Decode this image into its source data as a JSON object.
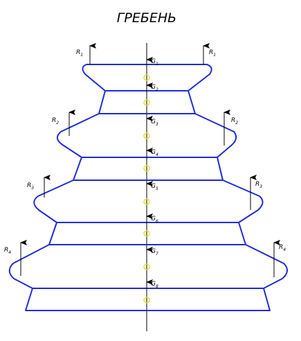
{
  "title": "ГРЕБЕНЬ",
  "colors": {
    "outline": "#1f2bd6",
    "centroid": "#e8e23a",
    "axis": "#000000"
  },
  "reactions": [
    {
      "label": "R",
      "sub": "1"
    },
    {
      "label": "R",
      "sub": "2"
    },
    {
      "label": "R",
      "sub": "3"
    },
    {
      "label": "R",
      "sub": "4"
    }
  ],
  "weights": [
    {
      "label": "G",
      "sub": "1"
    },
    {
      "label": "G",
      "sub": "2"
    },
    {
      "label": "G",
      "sub": "3"
    },
    {
      "label": "G",
      "sub": "4"
    },
    {
      "label": "G",
      "sub": "5"
    },
    {
      "label": "G",
      "sub": "6"
    },
    {
      "label": "G",
      "sub": "7"
    },
    {
      "label": "G",
      "sub": "8"
    }
  ]
}
